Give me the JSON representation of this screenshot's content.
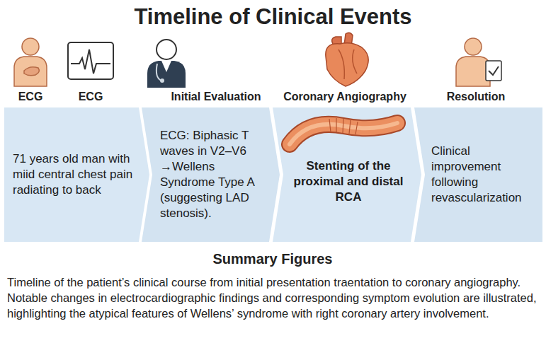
{
  "diagram": {
    "title": "Timeline of Clinical Events",
    "caption": "Timeline of the patient’s clinical course from initial presentation traentation to coronary angiography. Notable changes in electrocardiographic findings and corresponding symptom evolution are illustrated, highlighting the atypical features of Wellens’ syndrome with right coronary artery involvement.",
    "nodes": [
      {
        "text": [
          "71 years old man with miid central chest pain radiating to back"
        ]
      },
      {
        "text": [
          "ECG: Biphasic T waves in V2–V6 →Wellens Syndrome Type A (suggesting LAD stenosis)."
        ]
      },
      {
        "text": [
          "Stenting of the proximal and distal RCA"
        ]
      },
      {
        "text": [
          "Clinical improvement following revascularization"
        ]
      }
    ],
    "labels": [
      "ECG",
      "ECG",
      "Initial Evaluation",
      "Coronary Angiography",
      "Resolution",
      "Summary Figures"
    ]
  }
}
